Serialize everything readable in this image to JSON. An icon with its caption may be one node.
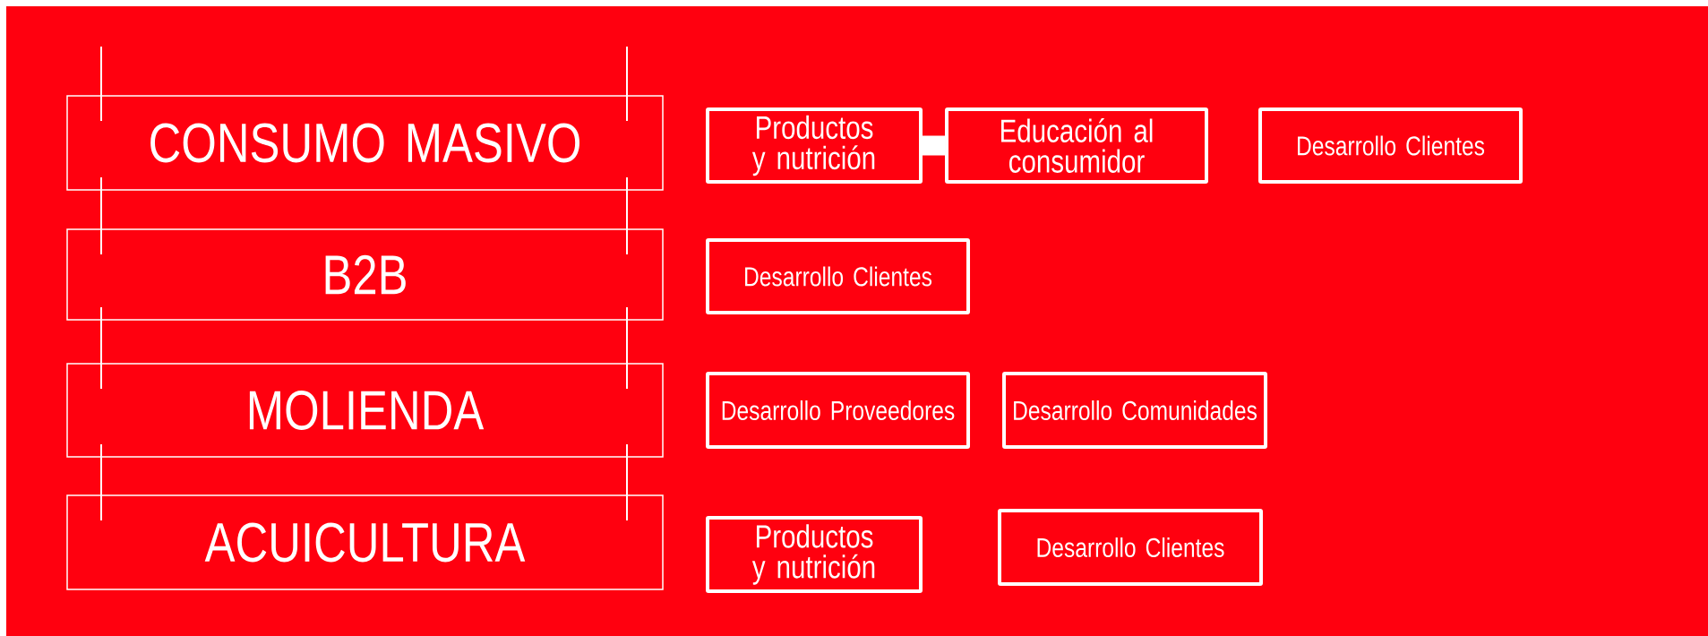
{
  "diagram": {
    "nodes": [
      {
        "text": [
          "CONSUMO MASIVO"
        ]
      },
      {
        "text": [
          "B2B"
        ]
      },
      {
        "text": [
          "MOLIENDA"
        ]
      },
      {
        "text": [
          "ACUICULTURA"
        ]
      },
      {
        "text": [
          "Productos y nutrición"
        ]
      },
      {
        "text": [
          "Educación al consumidor"
        ]
      },
      {
        "text": [
          "Desarrollo Clientes"
        ]
      },
      {
        "text": [
          "Desarrollo Clientes"
        ]
      },
      {
        "text": [
          "Desarrollo Proveedores"
        ]
      },
      {
        "text": [
          "Desarrollo Comunidades"
        ]
      },
      {
        "text": [
          "Productos y nutrición"
        ]
      },
      {
        "text": [
          "Desarrollo Clientes"
        ]
      }
    ],
    "edges": [
      {
        "from": null,
        "to": 0,
        "arrow": "none"
      },
      {
        "from": null,
        "to": 0,
        "arrow": "none"
      },
      {
        "from": 0,
        "to": 1,
        "arrow": "none"
      },
      {
        "from": 0,
        "to": 1,
        "arrow": "none"
      },
      {
        "from": 1,
        "to": 2,
        "arrow": "none"
      },
      {
        "from": 1,
        "to": 2,
        "arrow": "none"
      },
      {
        "from": 2,
        "to": 3,
        "arrow": "none"
      },
      {
        "from": 2,
        "to": 3,
        "arrow": "none"
      },
      {
        "from": 4,
        "to": 5,
        "arrow": "none",
        "style": "thick"
      }
    ]
  }
}
